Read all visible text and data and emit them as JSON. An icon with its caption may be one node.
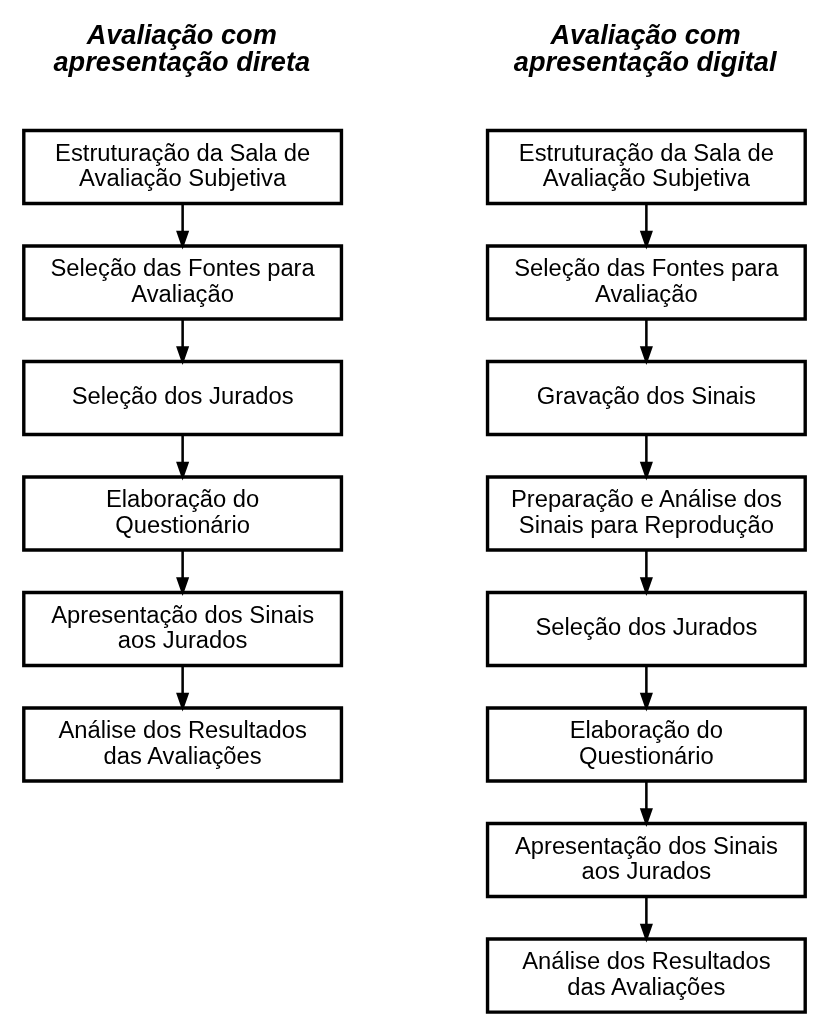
{
  "diagram": {
    "nodes": [
      {
        "text": [
          "Estruturação da Sala de Avaliação Subjetiva"
        ]
      },
      {
        "text": [
          "Seleção das Fontes para Avaliação"
        ]
      },
      {
        "text": [
          "Seleção dos Jurados"
        ]
      },
      {
        "text": [
          "Elaboração do Questionário"
        ]
      },
      {
        "text": [
          "Apresentação dos Sinais aos Jurados"
        ]
      },
      {
        "text": [
          "Análise dos Resultados das Avaliações"
        ]
      },
      {
        "text": [
          "Estruturação da Sala de Avaliação Subjetiva"
        ]
      },
      {
        "text": [
          "Seleção das Fontes para Avaliação"
        ]
      },
      {
        "text": [
          "Gravação dos Sinais"
        ]
      },
      {
        "text": [
          "Preparação e Análise dos Sinais para Reprodução"
        ]
      },
      {
        "text": [
          "Seleção dos Jurados"
        ]
      },
      {
        "text": [
          "Elaboração do Questionário"
        ]
      },
      {
        "text": [
          "Apresentação dos Sinais aos Jurados"
        ]
      },
      {
        "text": [
          "Análise dos Resultados das Avaliações"
        ]
      }
    ],
    "edges": [
      {
        "from": 0,
        "to": 1,
        "arrow": "to"
      },
      {
        "from": 1,
        "to": 2,
        "arrow": "to"
      },
      {
        "from": 2,
        "to": 3,
        "arrow": "to"
      },
      {
        "from": 3,
        "to": 4,
        "arrow": "to"
      },
      {
        "from": 4,
        "to": 5,
        "arrow": "to"
      },
      {
        "from": 6,
        "to": 7,
        "arrow": "to"
      },
      {
        "from": 7,
        "to": 8,
        "arrow": "to"
      },
      {
        "from": 8,
        "to": 9,
        "arrow": "to"
      },
      {
        "from": 9,
        "to": 10,
        "arrow": "to"
      },
      {
        "from": 10,
        "to": 11,
        "arrow": "to"
      },
      {
        "from": 11,
        "to": 12,
        "arrow": "to"
      },
      {
        "from": 12,
        "to": 13,
        "arrow": "to"
      }
    ],
    "labels": [
      "Avaliação com apresentação direta",
      "Avaliação com apresentação digital"
    ]
  }
}
